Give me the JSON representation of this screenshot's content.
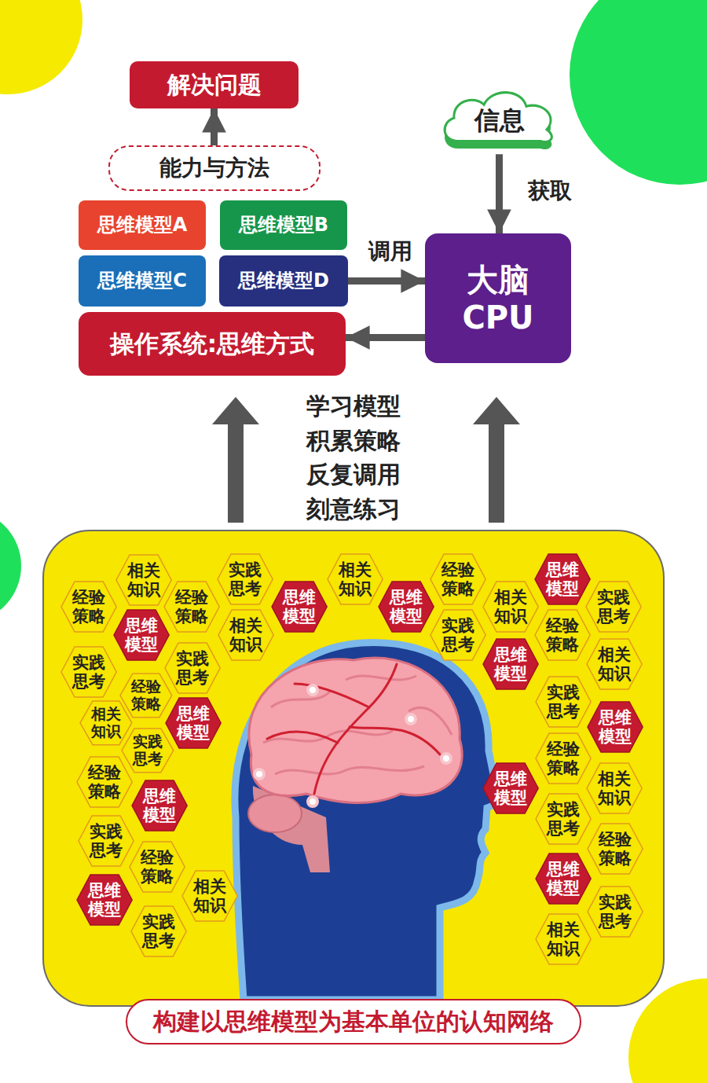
{
  "diagram": {
    "nodes": [
      {
        "text": [
          "解决问题"
        ]
      },
      {
        "text": [
          "能力与方法"
        ]
      },
      {
        "text": [
          "思维模型A"
        ]
      },
      {
        "text": [
          "思维模型B"
        ]
      },
      {
        "text": [
          "思维模型C"
        ]
      },
      {
        "text": [
          "思维模型D"
        ]
      },
      {
        "text": [
          "操作系统:思维方式"
        ]
      },
      {
        "text": [
          "信息"
        ]
      },
      {
        "text": [
          "大脑 CPU"
        ]
      },
      {
        "text": [
          "相关 知识"
        ]
      },
      {
        "text": [
          "实践 思考"
        ]
      },
      {
        "text": [
          "相关 知识"
        ]
      },
      {
        "text": [
          "经验 策略"
        ]
      },
      {
        "text": [
          "思维 模型"
        ]
      },
      {
        "text": [
          "经验 策略"
        ]
      },
      {
        "text": [
          "经验 策略"
        ]
      },
      {
        "text": [
          "思维 模型"
        ]
      },
      {
        "text": [
          "思维 模型"
        ]
      },
      {
        "text": [
          "相关 知识"
        ]
      },
      {
        "text": [
          "实践 思考"
        ]
      },
      {
        "text": [
          "思维 模型"
        ]
      },
      {
        "text": [
          "相关 知识"
        ]
      },
      {
        "text": [
          "实践 思考"
        ]
      },
      {
        "text": [
          "经验 策略"
        ]
      },
      {
        "text": [
          "实践 思考"
        ]
      },
      {
        "text": [
          "思维 模型"
        ]
      },
      {
        "text": [
          "实践 思考"
        ]
      },
      {
        "text": [
          "相关 知识"
        ]
      },
      {
        "text": [
          "经验 策略"
        ]
      },
      {
        "text": [
          "实践 思考"
        ]
      },
      {
        "text": [
          "思维 模型"
        ]
      },
      {
        "text": [
          "相关 知识"
        ]
      },
      {
        "text": [
          "思维 模型"
        ]
      },
      {
        "text": [
          "实践 思考"
        ]
      },
      {
        "text": [
          "经验 策略"
        ]
      },
      {
        "text": [
          "经验 策略"
        ]
      },
      {
        "text": [
          "思维 模型"
        ]
      },
      {
        "text": [
          "相关 知识"
        ]
      },
      {
        "text": [
          "思维 模型"
        ]
      },
      {
        "text": [
          "实践 思考"
        ]
      },
      {
        "text": [
          "实践 思考"
        ]
      },
      {
        "text": [
          "经验 策略"
        ]
      },
      {
        "text": [
          "经验 策略"
        ]
      },
      {
        "text": [
          "思维 模型"
        ]
      },
      {
        "text": [
          "相关 知识"
        ]
      },
      {
        "text": [
          "思维 模型"
        ]
      },
      {
        "text": [
          "实践 思考"
        ]
      },
      {
        "text": [
          "实践 思考"
        ]
      },
      {
        "text": [
          "相关 知识"
        ]
      },
      {
        "text": [
          "构建以思维模型为基本单位的认知网络"
        ]
      }
    ],
    "edges": [
      {
        "from": 1,
        "to": 0,
        "arrow": "to"
      },
      {
        "from": 7,
        "to": 8,
        "label": "获取",
        "arrow": "to"
      },
      {
        "from": 5,
        "to": 8,
        "label": "调用",
        "arrow": "to"
      },
      {
        "from": 8,
        "to": 6,
        "arrow": "to"
      }
    ],
    "labels": [
      "学习模型 积累策略 反复调用 刻意练习"
    ]
  }
}
